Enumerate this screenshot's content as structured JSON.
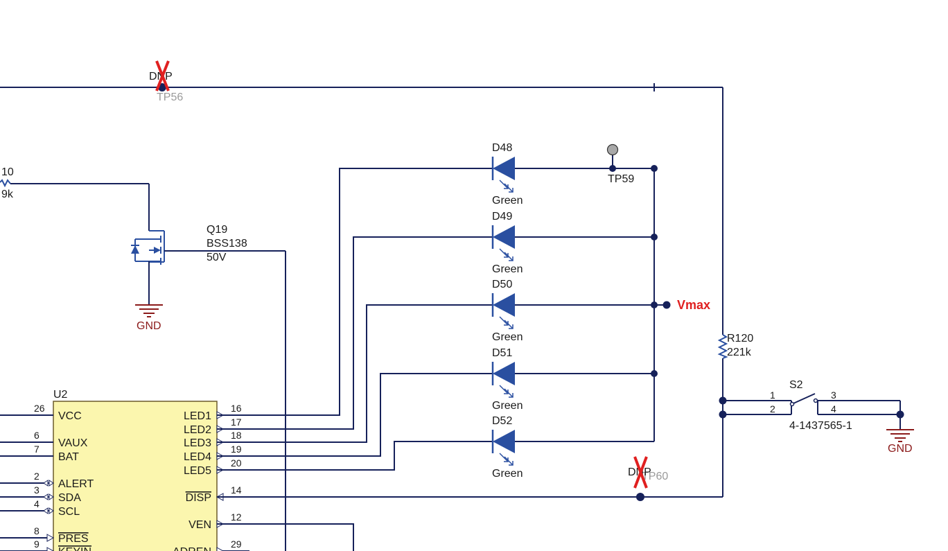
{
  "colors": {
    "wire": "#16215a",
    "component": "#2a4fa0",
    "diode_fill": "#2a4fa0",
    "ic_fill": "#fbf6ae",
    "ic_border": "#6b5a2a",
    "gnd": "#8b1a1a",
    "dnp_x": "#e02020",
    "net_label": "#e02020",
    "testpoint": "#a8a8a8",
    "muted_text": "#9a9a9a"
  },
  "ic": {
    "refdes": "U2",
    "left_pins": [
      {
        "num": "26",
        "name": "VCC",
        "overline": false,
        "arrow": "none"
      },
      {
        "num": "6",
        "name": "VAUX",
        "overline": false,
        "arrow": "none"
      },
      {
        "num": "7",
        "name": "BAT",
        "overline": false,
        "arrow": "none"
      },
      {
        "num": "2",
        "name": "ALERT",
        "overline": false,
        "arrow": "bidir"
      },
      {
        "num": "3",
        "name": "SDA",
        "overline": false,
        "arrow": "bidir"
      },
      {
        "num": "4",
        "name": "SCL",
        "overline": false,
        "arrow": "bidir"
      },
      {
        "num": "8",
        "name": "PRES",
        "overline": true,
        "arrow": "in"
      },
      {
        "num": "9",
        "name": "KEYIN",
        "overline": true,
        "arrow": "in"
      }
    ],
    "right_pins": [
      {
        "num": "16",
        "name": "LED1",
        "overline": false,
        "arrow": "out"
      },
      {
        "num": "17",
        "name": "LED2",
        "overline": false,
        "arrow": "out"
      },
      {
        "num": "18",
        "name": "LED3",
        "overline": false,
        "arrow": "out"
      },
      {
        "num": "19",
        "name": "LED4",
        "overline": false,
        "arrow": "out"
      },
      {
        "num": "20",
        "name": "LED5",
        "overline": false,
        "arrow": "out"
      },
      {
        "num": "14",
        "name": "DISP",
        "overline": true,
        "arrow": "in"
      },
      {
        "num": "12",
        "name": "VEN",
        "overline": false,
        "arrow": "out"
      },
      {
        "num": "29",
        "name": "ADREN",
        "overline": false,
        "arrow": "out"
      }
    ]
  },
  "diodes": [
    {
      "refdes": "D48",
      "value": "Green"
    },
    {
      "refdes": "D49",
      "value": "Green"
    },
    {
      "refdes": "D50",
      "value": "Green"
    },
    {
      "refdes": "D51",
      "value": "Green"
    },
    {
      "refdes": "D52",
      "value": "Green"
    }
  ],
  "transistor": {
    "refdes": "Q19",
    "part": "BSS138",
    "rating": "50V"
  },
  "partial_resistor": {
    "refdes_fragment": "10",
    "value_fragment": "9k"
  },
  "resistor": {
    "refdes": "R120",
    "value": "221k"
  },
  "switch": {
    "refdes": "S2",
    "part": "4-1437565-1",
    "pins": [
      "1",
      "2",
      "3",
      "4"
    ]
  },
  "gnd_labels": [
    "GND",
    "GND"
  ],
  "testpoints": {
    "tp56": {
      "refdes": "TP56",
      "dnp": "DNP"
    },
    "tp59": {
      "refdes": "TP59"
    },
    "tp60": {
      "refdes": "TP60",
      "dnp": "DNP"
    }
  },
  "net_label": "Vmax"
}
